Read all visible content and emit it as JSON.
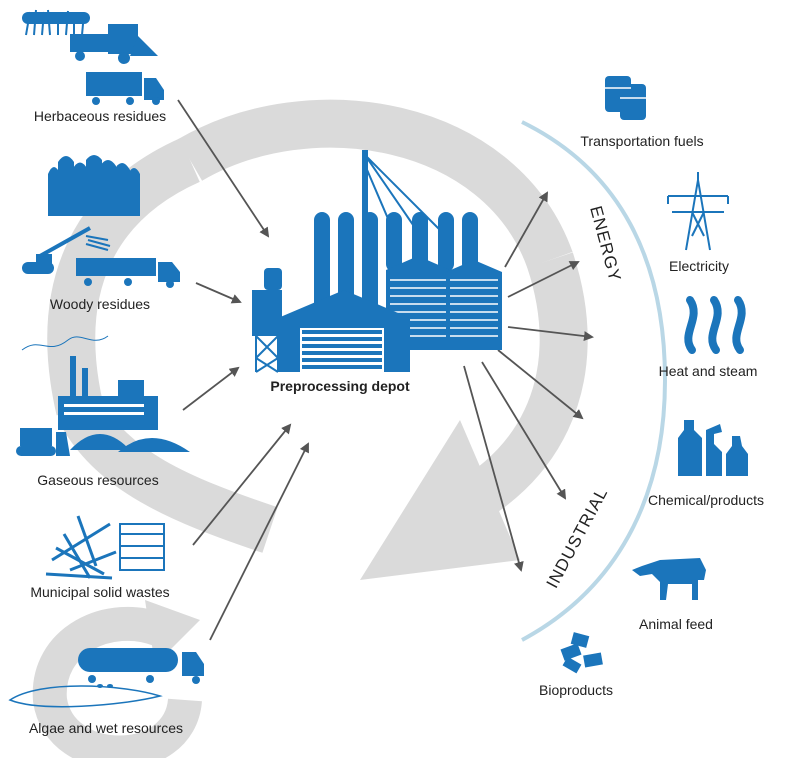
{
  "diagram": {
    "center": {
      "label": "Preprocessing depot"
    },
    "sources": [
      {
        "id": "herbaceous",
        "label": "Herbaceous residues",
        "icon": "harvester-truck-icon"
      },
      {
        "id": "woody",
        "label": "Woody residues",
        "icon": "forest-loader-truck-icon"
      },
      {
        "id": "gaseous",
        "label": "Gaseous resources",
        "icon": "factory-bulldozer-icon"
      },
      {
        "id": "msw",
        "label": "Municipal solid wastes",
        "icon": "waste-pile-icon"
      },
      {
        "id": "algae",
        "label": "Algae and wet resources",
        "icon": "tanker-truck-icon"
      }
    ],
    "categories": [
      {
        "id": "energy",
        "label": "ENERGY"
      },
      {
        "id": "industrial",
        "label": "INDUSTRIAL"
      }
    ],
    "outputs": [
      {
        "id": "fuels",
        "label": "Transportation fuels",
        "icon": "oil-barrels-icon"
      },
      {
        "id": "electricity",
        "label": "Electricity",
        "icon": "power-tower-icon"
      },
      {
        "id": "heat",
        "label": "Heat and steam",
        "icon": "steam-icon"
      },
      {
        "id": "chemical",
        "label": "Chemical/products",
        "icon": "bottles-icon"
      },
      {
        "id": "feed",
        "label": "Animal feed",
        "icon": "cow-icon"
      },
      {
        "id": "bioproducts",
        "label": "Bioproducts",
        "icon": "blocks-icon"
      }
    ],
    "colors": {
      "primary": "#1b75bb",
      "arrow": "#555555",
      "cycle": "#d9d9d9",
      "arc": "#b9d7e6"
    }
  }
}
